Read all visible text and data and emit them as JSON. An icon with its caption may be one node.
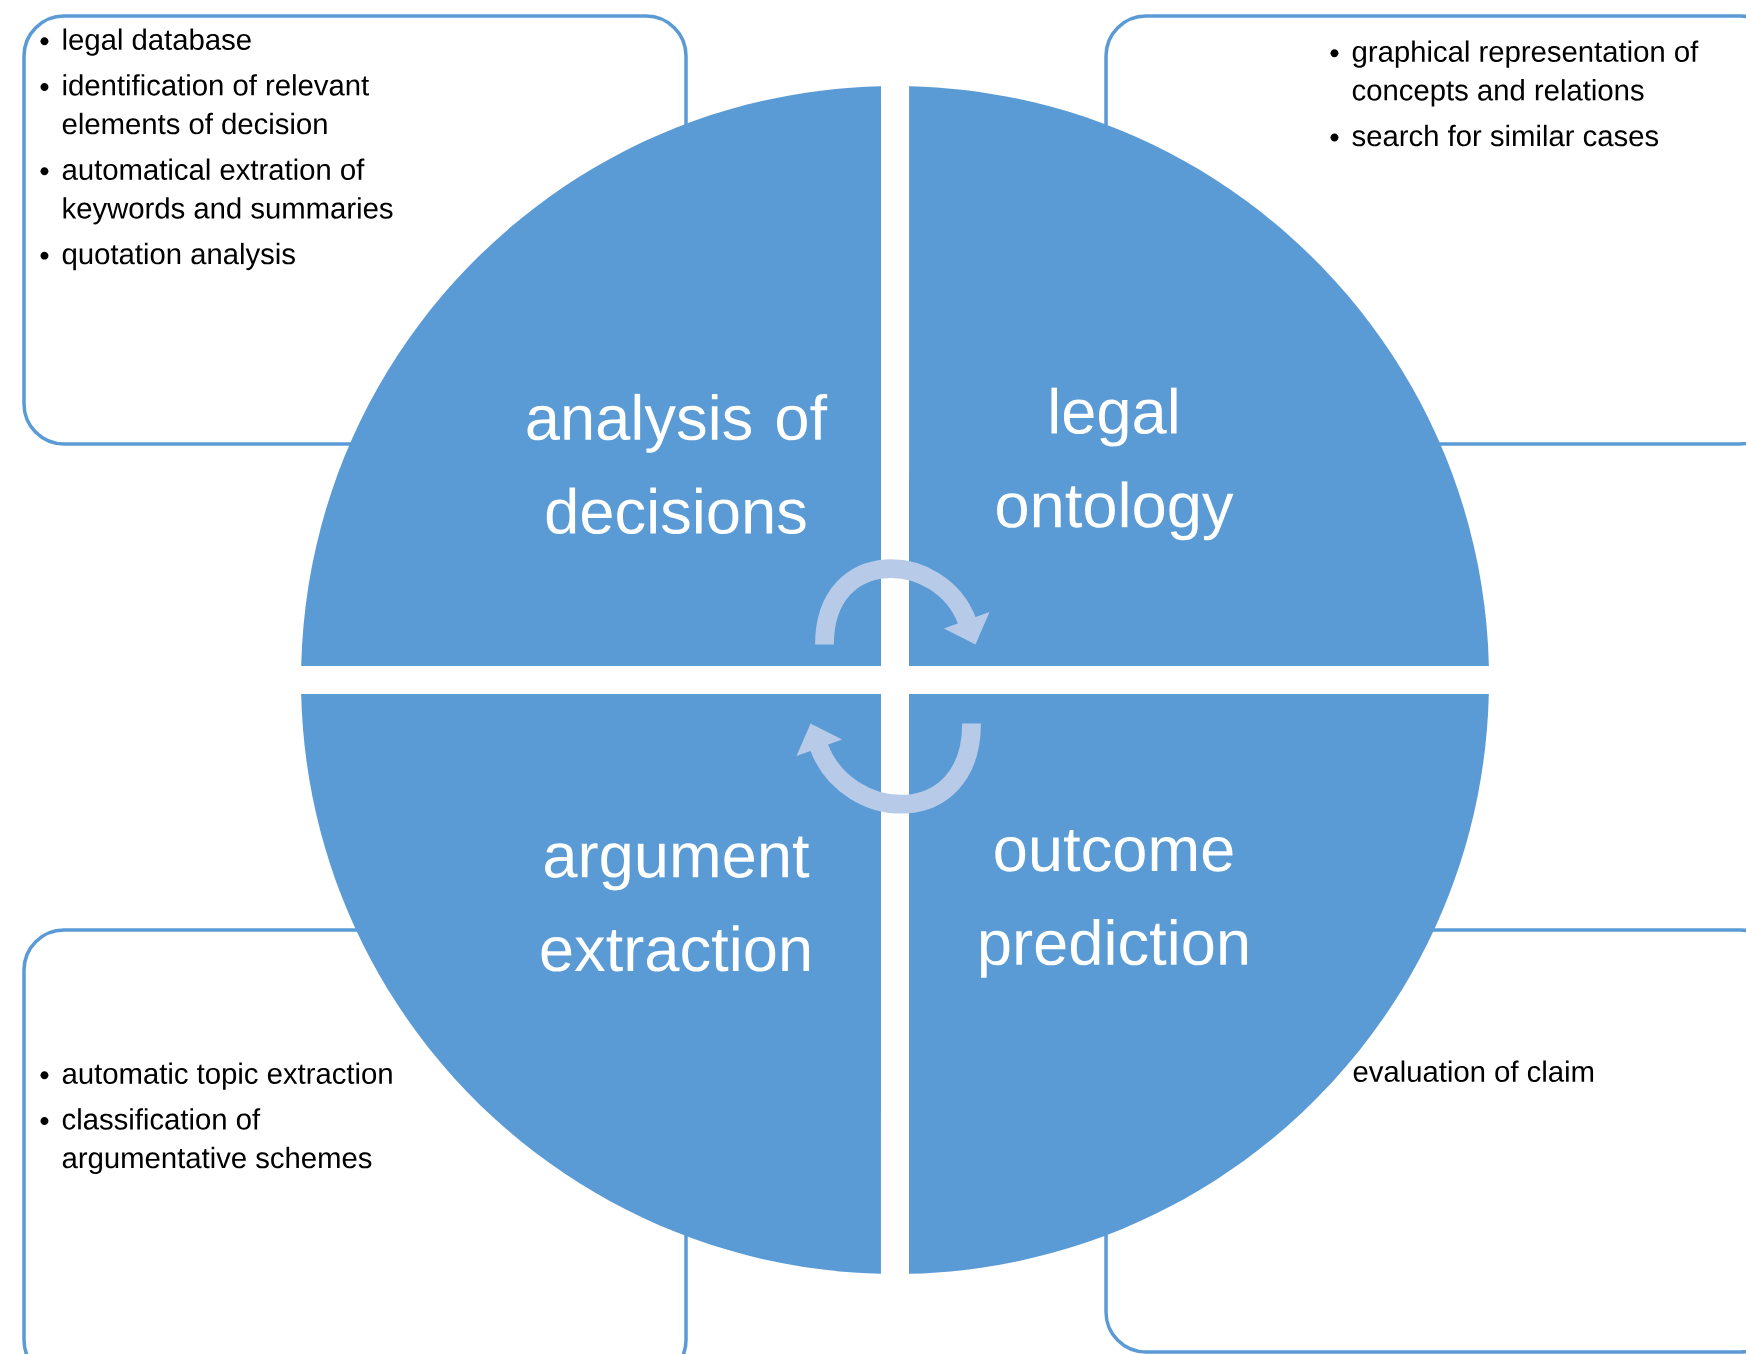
{
  "diagram": {
    "nodes": [
      {
        "text": [
          "analysis of decisions"
        ]
      },
      {
        "text": [
          "legal ontology"
        ]
      },
      {
        "text": [
          "argument extraction"
        ]
      },
      {
        "text": [
          "outcome prediction"
        ]
      },
      {
        "text": [
          "legal database",
          "identification of relevant elements of decision",
          "automatical extration of keywords and summaries",
          "quotation analysis"
        ]
      },
      {
        "text": [
          "graphical representation of concepts and relations",
          "search for similar cases"
        ]
      },
      {
        "text": [
          "automatic topic extraction",
          "classification of argumentative schemes"
        ]
      },
      {
        "text": [
          "evaluation of claim"
        ]
      }
    ],
    "edges": [
      {
        "from": 0,
        "to": 1,
        "arrow": "to"
      },
      {
        "from": 3,
        "to": 2,
        "arrow": "to"
      }
    ]
  }
}
